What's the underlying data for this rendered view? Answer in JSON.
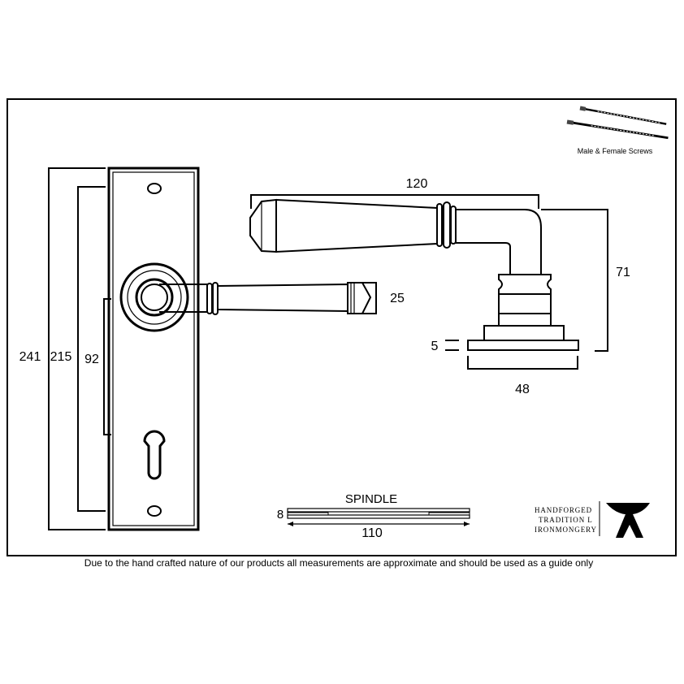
{
  "screws_label": "Male & Female Screws",
  "dimensions": {
    "overall_height": "241",
    "inner_height": "215",
    "centres": "92",
    "lever_projection": "120",
    "lever_height": "25",
    "handle_depth": "71",
    "rose_thickness": "5",
    "rose_width": "48",
    "spindle_thickness": "8",
    "spindle_length": "110"
  },
  "spindle_label": "SPINDLE",
  "logo": {
    "lines": [
      "HANDFORGED",
      "TRADITION L",
      "IRONMONGERY"
    ]
  },
  "disclaimer": "Due to the hand crafted nature of our products all measurements are approximate and should be used as a guide only"
}
